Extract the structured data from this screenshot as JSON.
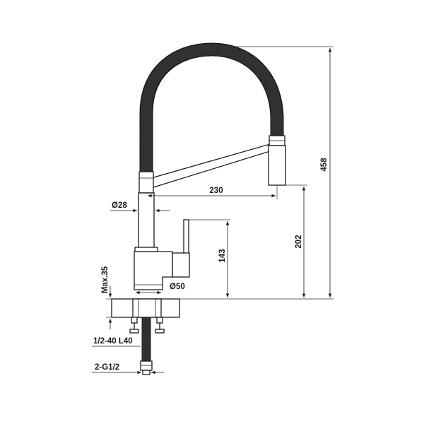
{
  "dimensions": {
    "overall_height": "458",
    "spout_reach": "230",
    "spout_height": "202",
    "lever_height": "143",
    "body_diameter": "Ø28",
    "base_diameter": "Ø50",
    "max_counter_thickness": "Max.35",
    "hose_spec": "1/2-40 L40",
    "connection_spec": "2-G1/2"
  },
  "colors": {
    "line": "#1a1a1a",
    "hose": "#2b2b2b",
    "background": "#ffffff"
  }
}
